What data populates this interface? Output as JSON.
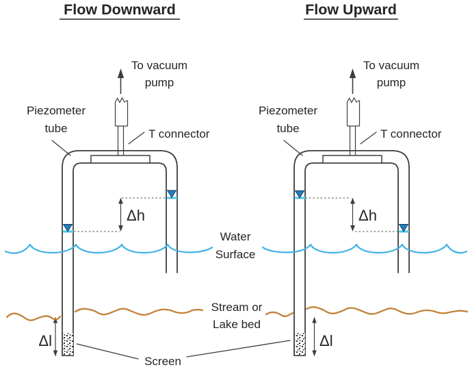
{
  "colors": {
    "water": "#3fb2e4",
    "tube_level": "#54c5ea",
    "marker": "#1e7ec0",
    "bed": "#c28137",
    "line": "#3d3d3d",
    "text": "#242424"
  },
  "icons": {
    "water_level_marker": "▼",
    "flow_to_pump_arrow": "↑"
  },
  "diagrams": [
    {
      "title": "Flow Downward",
      "pump_label_line1": "To vacuum",
      "pump_label_line2": "pump",
      "piezometer_label_line1": "Piezometer",
      "piezometer_label_line2": "tube",
      "t_connector_label": "T connector",
      "head_difference_label": "Δh",
      "screen_length_label": "Δl"
    },
    {
      "title": "Flow Upward",
      "pump_label_line1": "To vacuum",
      "pump_label_line2": "pump",
      "piezometer_label_line1": "Piezometer",
      "piezometer_label_line2": "tube",
      "t_connector_label": "T connector",
      "head_difference_label": "Δh",
      "screen_length_label": "Δl"
    }
  ],
  "annotations": {
    "water_surface_line1": "Water",
    "water_surface_line2": "Surface",
    "bed_line1": "Stream or",
    "bed_line2": "Lake bed",
    "screen_label": "Screen"
  }
}
